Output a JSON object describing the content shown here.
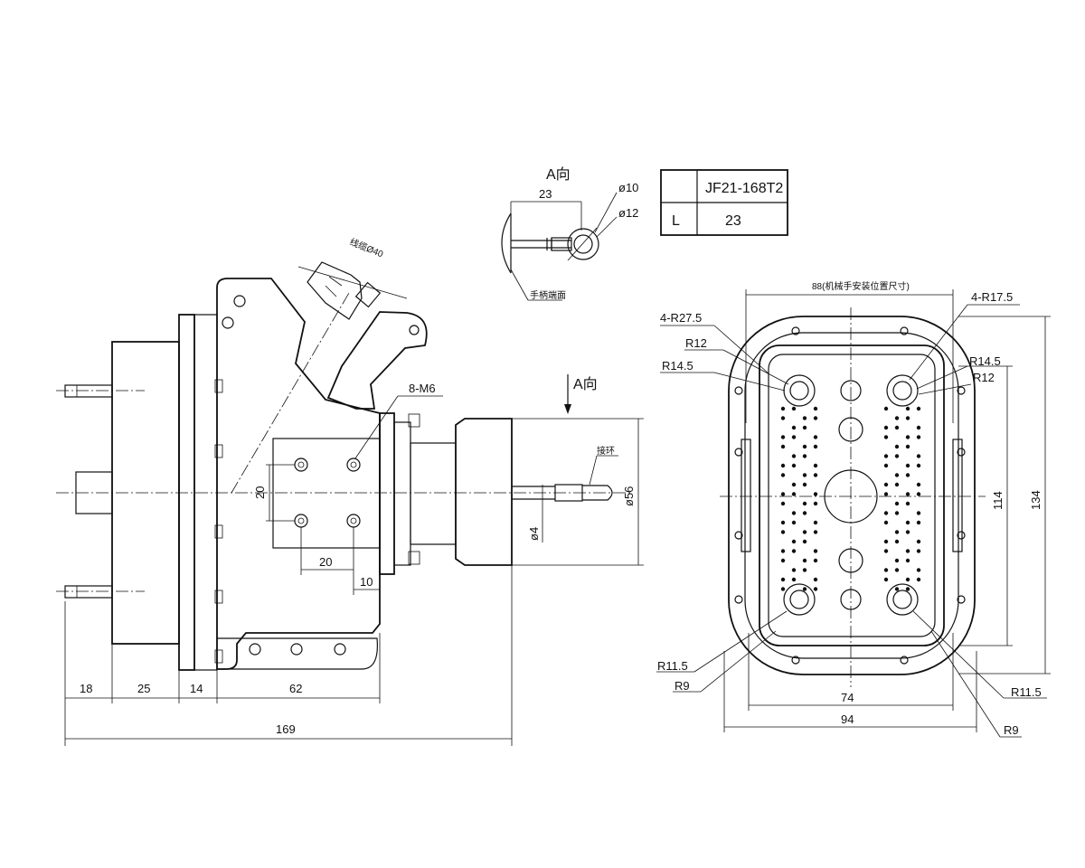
{
  "title_block": {
    "model": "JF21-168T2",
    "param_label": "L",
    "param_value": "23"
  },
  "side_view": {
    "dims": {
      "d18": "18",
      "d25": "25",
      "d14": "14",
      "d62": "62",
      "d169": "169",
      "d20v": "20",
      "d20h": "20",
      "d10": "10"
    },
    "notes": {
      "bolts": "8-M6",
      "cable": "线缆Ø40",
      "dia56": "ø56",
      "dia4": "ø4",
      "terminal": "接环"
    },
    "view_arrow_label": "A向"
  },
  "detail_a": {
    "title": "A向",
    "len": "23",
    "d10": "ø10",
    "d12": "ø12",
    "note": "手柄端面"
  },
  "front_view": {
    "width_note": "88(机械手安装位置尺寸)",
    "labels": {
      "r27": "4-R27.5",
      "r12a": "R12",
      "r14a": "R14.5",
      "r175": "4-R17.5",
      "r14b": "R14.5",
      "r12b": "R12",
      "r115a": "R11.5",
      "r9a": "R9",
      "r115b": "R11.5",
      "r9b": "R9"
    },
    "dims": {
      "w74": "74",
      "w94": "94",
      "h114": "114",
      "h134": "134"
    }
  }
}
